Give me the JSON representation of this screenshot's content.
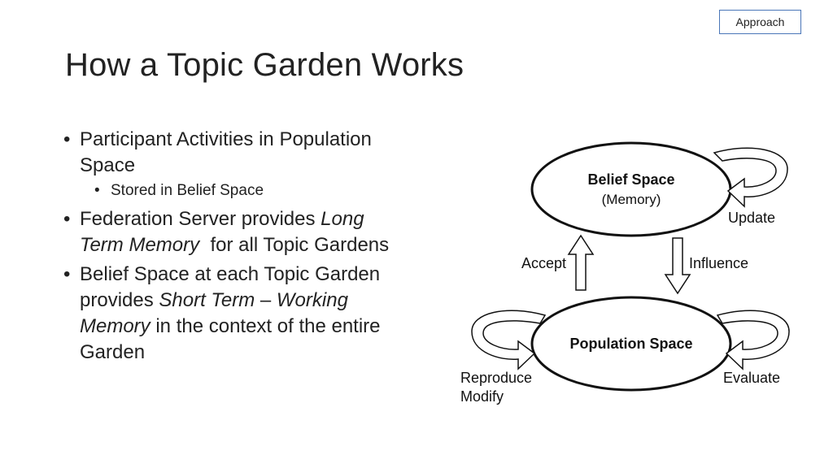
{
  "tag": "Approach",
  "title": "How a Topic Garden Works",
  "bullets": {
    "b1": "Participant Activities in Population Space",
    "b1_sub": "Stored in Belief Space",
    "b2_pre": "Federation Server provides ",
    "b2_em": "Long Term Memory",
    "b2_post": "  for all Topic Gardens",
    "b3_pre": "Belief Space at each Topic Garden provides ",
    "b3_em1": "Short Term",
    "b3_dash": " – ",
    "b3_em2": "Working Memory",
    "b3_post": " in the context of the entire Garden"
  },
  "diagram": {
    "belief_title": "Belief Space",
    "belief_sub": "(Memory)",
    "population_title": "Population Space",
    "update": "Update",
    "accept": "Accept",
    "influence": "Influence",
    "reproduce": "Reproduce",
    "modify": "Modify",
    "evaluate": "Evaluate"
  }
}
